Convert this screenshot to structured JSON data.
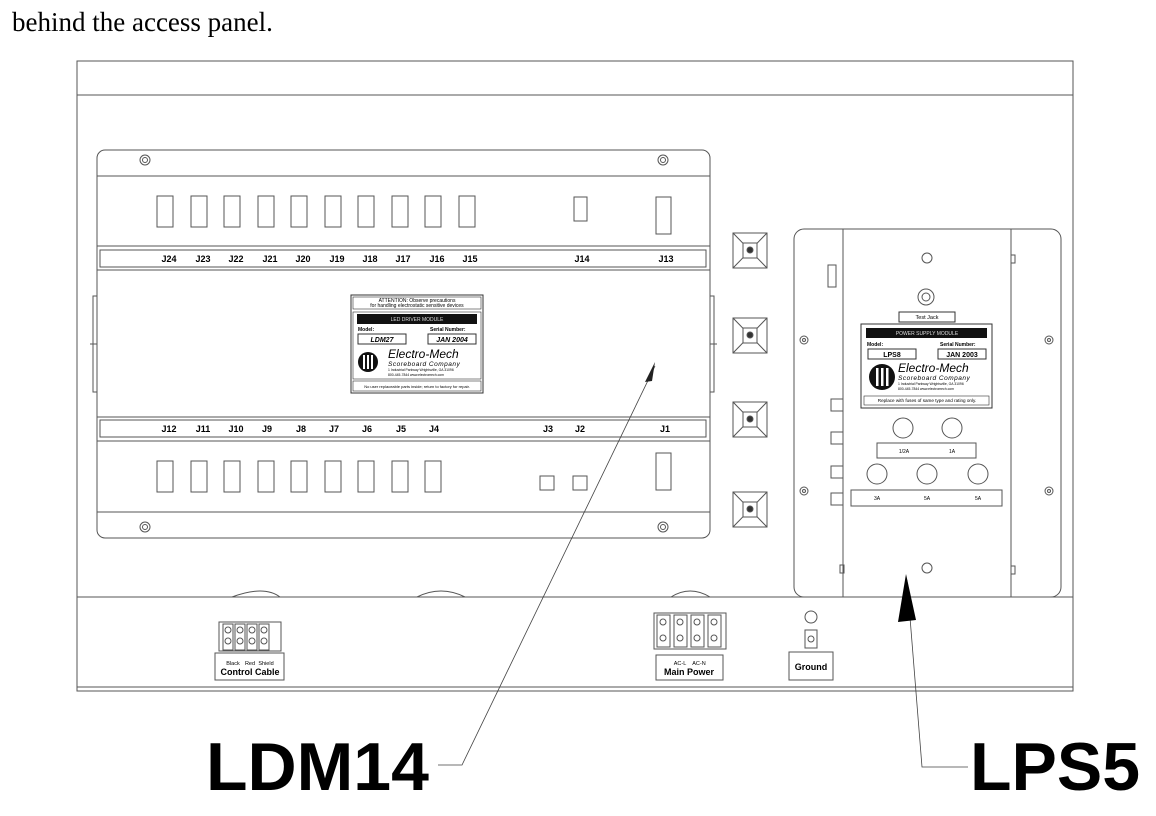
{
  "intro_text": "behind the access panel.",
  "ldm": {
    "top_connectors": [
      "J24",
      "J23",
      "J22",
      "J21",
      "J20",
      "J19",
      "J18",
      "J17",
      "J16",
      "J15",
      "J14",
      "J13"
    ],
    "bottom_connectors": [
      "J12",
      "J11",
      "J10",
      "J9",
      "J8",
      "J7",
      "J6",
      "J5",
      "J4",
      "J3",
      "J2",
      "J1"
    ],
    "label": {
      "attention_line1": "ATTENTION: Observe precautions",
      "attention_line2": "for handling electrostatic sensitive devices",
      "header": "LED DRIVER MODULE",
      "model_caption": "Model:",
      "serial_caption": "Serial Number:",
      "model": "LDM27",
      "serial": "JAN 2004",
      "brand": "Electro-Mech",
      "brand_sub": "Scoreboard Company",
      "address": "1 Industrial Parkway Wrightsville, GA 31096",
      "phone_web": "800-445-7844   www.electromech.com",
      "footer": "No user replaceable parts inside; return to factory for repair."
    }
  },
  "lps": {
    "test_jack": "Test Jack",
    "label": {
      "header": "POWER SUPPLY MODULE",
      "model_caption": "Model:",
      "serial_caption": "Serial Number:",
      "model": "LPS8",
      "serial": "JAN 2003",
      "brand": "Electro-Mech",
      "brand_sub": "Scoreboard Company",
      "address": "1 Industrial Parkway Wrightsville, GA 31096",
      "phone_web": "800-445-7844   www.electromech.com",
      "footer": "Replace with fuses of same type and rating only."
    },
    "fuse_row1": [
      "1/2A",
      "1A"
    ],
    "fuse_row2": [
      "3A",
      "5A",
      "5A"
    ]
  },
  "terminals": {
    "control_wires": [
      "Black",
      "Red",
      "Shield"
    ],
    "control_label": "Control Cable",
    "power_wires": [
      "AC-L",
      "AC-N"
    ],
    "power_label": "Main Power",
    "ground_label": "Ground"
  },
  "callouts": {
    "ldm": "LDM14",
    "lps": "LPS5"
  }
}
